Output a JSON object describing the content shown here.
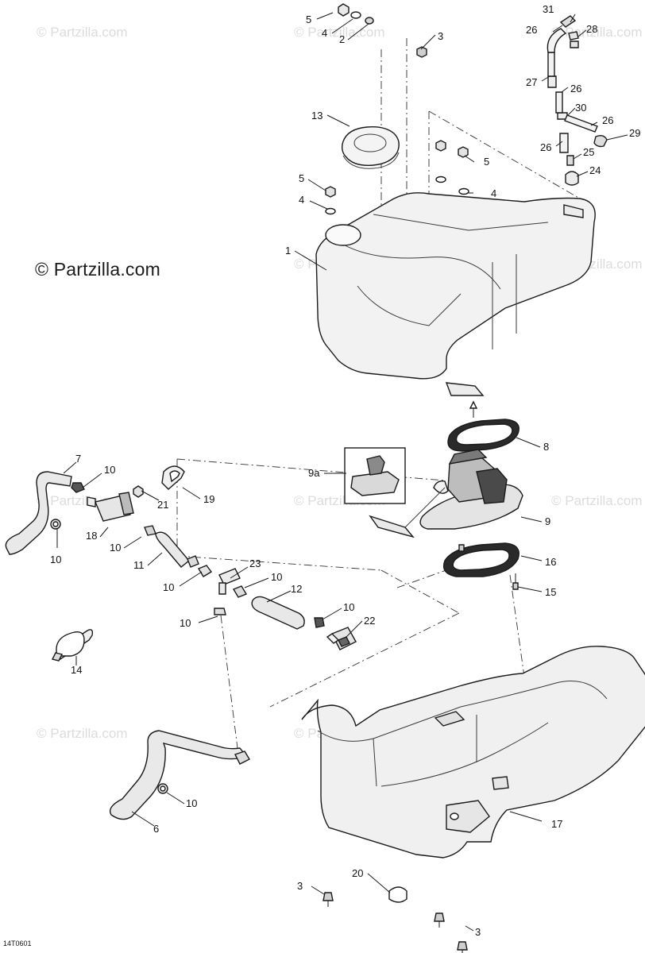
{
  "brand_watermark": "© Partzilla.com",
  "figure_id": "14T0601",
  "callouts": {
    "c1": "1",
    "c2": "2",
    "c3a": "3",
    "c3b": "3",
    "c3c": "3",
    "c4a": "4",
    "c4b": "4",
    "c4c": "4",
    "c5a": "5",
    "c5b": "5",
    "c5c": "5",
    "c6": "6",
    "c7": "7",
    "c8": "8",
    "c9": "9",
    "c9a": "9a",
    "c10a": "10",
    "c10b": "10",
    "c10c": "10",
    "c10d": "10",
    "c10e": "10",
    "c10f": "10",
    "c10g": "10",
    "c10h": "10",
    "c11": "11",
    "c12": "12",
    "c13": "13",
    "c14": "14",
    "c15": "15",
    "c16": "16",
    "c17": "17",
    "c18": "18",
    "c19": "19",
    "c20": "20",
    "c21": "21",
    "c22": "22",
    "c23": "23",
    "c24": "24",
    "c25": "25",
    "c26a": "26",
    "c26b": "26",
    "c26c": "26",
    "c26d": "26",
    "c27": "27",
    "c28": "28",
    "c29": "29",
    "c30": "30",
    "c31": "31"
  }
}
